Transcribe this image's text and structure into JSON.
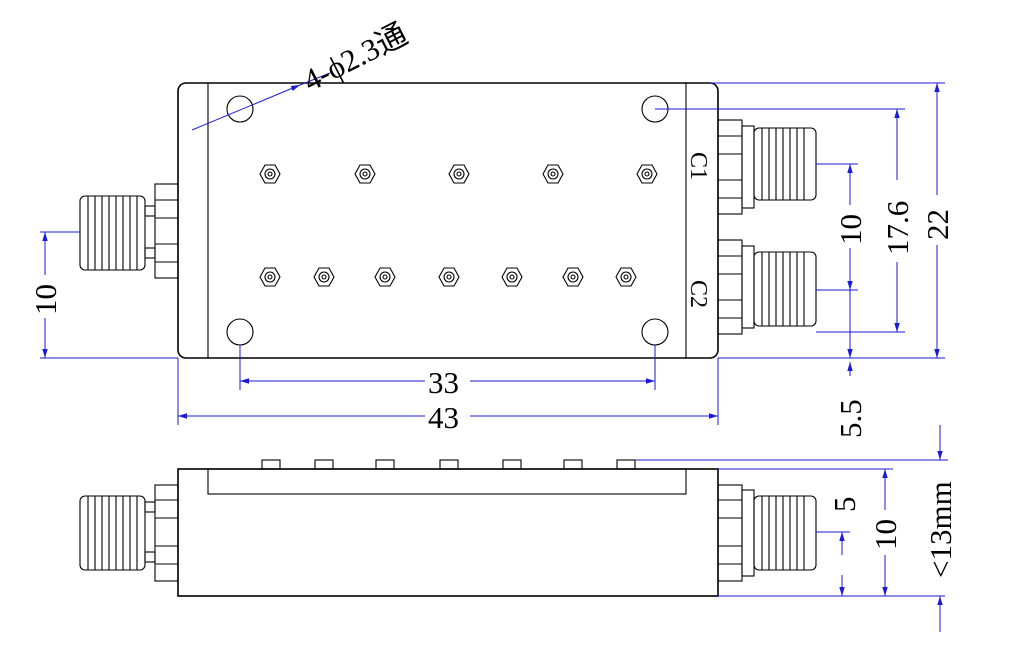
{
  "drawing": {
    "hole_callout": "4-ϕ2.3通",
    "ports": {
      "c1": "C1",
      "c2": "C2"
    },
    "top_view_dims": {
      "hole_spacing": "33",
      "body_length": "43",
      "input_height": "10",
      "c1_c2_spacing": "10",
      "outer_port_span": "17.6",
      "body_width": "22",
      "port_offset": "5.5"
    },
    "side_view_dims": {
      "connector_height": "5",
      "body_height": "10",
      "max_height": "<13mm"
    },
    "colors": {
      "outline": "#000000",
      "dimension": "#1a1adb"
    }
  }
}
